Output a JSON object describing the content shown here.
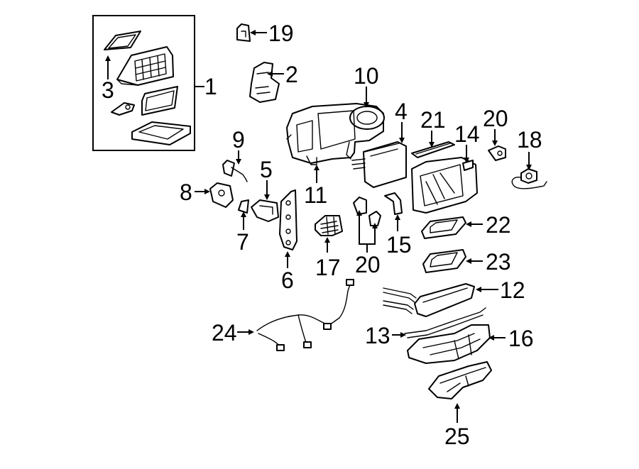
{
  "diagram": {
    "callouts": [
      {
        "id": "1",
        "label": "1"
      },
      {
        "id": "2",
        "label": "2"
      },
      {
        "id": "3",
        "label": "3"
      },
      {
        "id": "4",
        "label": "4"
      },
      {
        "id": "5",
        "label": "5"
      },
      {
        "id": "6",
        "label": "6"
      },
      {
        "id": "7",
        "label": "7"
      },
      {
        "id": "8",
        "label": "8"
      },
      {
        "id": "9",
        "label": "9"
      },
      {
        "id": "10",
        "label": "10"
      },
      {
        "id": "11",
        "label": "11"
      },
      {
        "id": "12",
        "label": "12"
      },
      {
        "id": "13",
        "label": "13"
      },
      {
        "id": "14",
        "label": "14"
      },
      {
        "id": "15",
        "label": "15"
      },
      {
        "id": "16",
        "label": "16"
      },
      {
        "id": "17",
        "label": "17"
      },
      {
        "id": "18",
        "label": "18"
      },
      {
        "id": "19",
        "label": "19"
      },
      {
        "id": "20a",
        "label": "20"
      },
      {
        "id": "20b",
        "label": "20"
      },
      {
        "id": "21",
        "label": "21"
      },
      {
        "id": "22",
        "label": "22"
      },
      {
        "id": "23",
        "label": "23"
      },
      {
        "id": "24",
        "label": "24"
      },
      {
        "id": "25",
        "label": "25"
      }
    ]
  }
}
